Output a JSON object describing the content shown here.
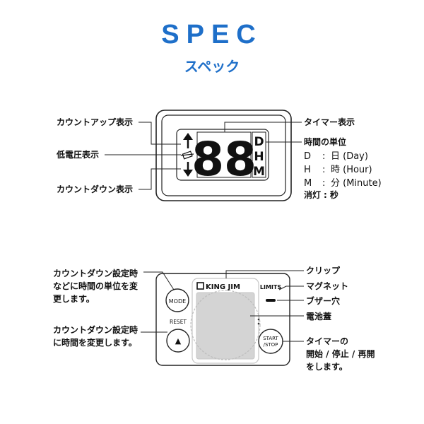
{
  "header": {
    "title": "SPEC",
    "subtitle": "スペック"
  },
  "display_diagram": {
    "digits": "88",
    "unit_letters": [
      "D",
      "H",
      "M"
    ],
    "labels": {
      "countup": "カウントアップ表示",
      "low_battery": "低電圧表示",
      "countdown": "カウントダウン表示",
      "timer_display": "タイマー表示",
      "time_unit": "時間の単位"
    },
    "units": [
      {
        "key": "D",
        "sep": ":",
        "value": "日 (Day)"
      },
      {
        "key": "H",
        "sep": ":",
        "value": "時 (Hour)"
      },
      {
        "key": "M",
        "sep": ":",
        "value": "分 (Minute)"
      },
      {
        "key": "消灯",
        "sep": ":",
        "value": "秒"
      }
    ]
  },
  "device_diagram": {
    "brand": "KING JIM",
    "model": "LIMITS",
    "buttons": {
      "mode": "MODE",
      "reset": "RESET",
      "up": "▲",
      "start_line1": "START",
      "start_line2": "/STOP"
    },
    "labels": {
      "mode_desc_1": "カウントダウン設定時",
      "mode_desc_2": "などに時間の単位を変",
      "mode_desc_3": "更します。",
      "up_desc_1": "カウントダウン設定時",
      "up_desc_2": "に時間を変更します。",
      "clip": "クリップ",
      "magnet": "マグネット",
      "buzzer": "ブザー穴",
      "battery": "電池蓋",
      "start_desc_1": "タイマーの",
      "start_desc_2": "開始 / 停止 / 再開",
      "start_desc_3": "をします。"
    }
  },
  "colors": {
    "accent": "#1e6fc9",
    "line": "#222222",
    "clip_fill": "#d4d4d4",
    "clip_border": "#c6c6c6"
  }
}
